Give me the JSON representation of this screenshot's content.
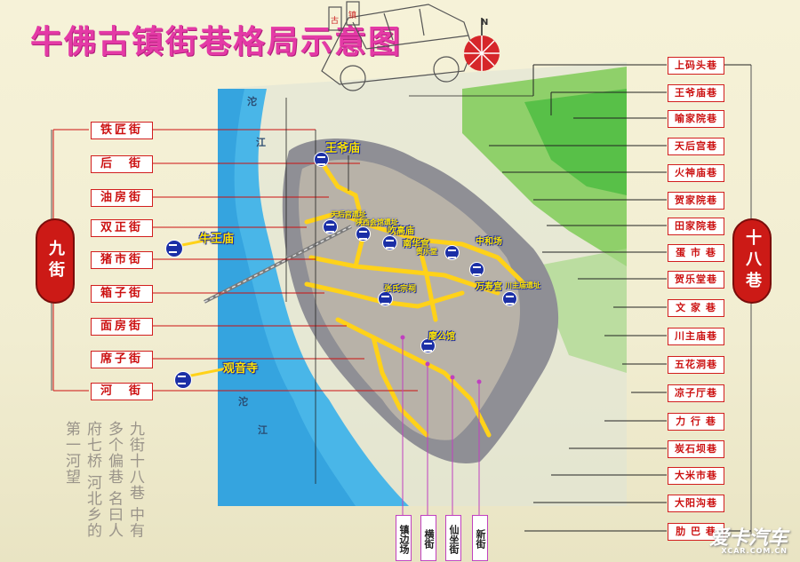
{
  "title": "牛佛古镇街巷格局示意图",
  "left_group": "九街",
  "right_group": "十八巷",
  "streets_left": [
    "铁匠街",
    "后　街",
    "油房街",
    "双正街",
    "猪市街",
    "箱子街",
    "面房街",
    "席子街",
    "河　街"
  ],
  "lanes_right": [
    "上码头巷",
    "王爷庙巷",
    "喻家院巷",
    "天后宫巷",
    "火神庙巷",
    "贺家院巷",
    "田家院巷",
    "蛋 市 巷",
    "贺乐堂巷",
    "文 家 巷",
    "川主庙巷",
    "五花洞巷",
    "凉子厅巷",
    "力 行 巷",
    "炭石坝巷",
    "大米市巷",
    "大阳沟巷",
    "肋 巴 巷"
  ],
  "bottom_streets": [
    "镇边场",
    "横街",
    "仙坐街",
    "新街"
  ],
  "landmarks": {
    "wangye": "王爷庙",
    "niuwang": "牛王庙",
    "guanyin": "观音寺",
    "tianhou": "天后宫遗址",
    "chuigao": "吹高庙",
    "nanhua": "南华宫",
    "hele": "贺乐堂",
    "zhonghe": "中和场",
    "zhangshi": "张氏宗祠",
    "wanshou": "万寿宫",
    "chuanzhu": "川主庙遗址",
    "lianggong": "廖公馆",
    "xiaolabel": "陕西会馆遗址"
  },
  "river_labels": [
    "沱",
    "江",
    "沱",
    "江"
  ],
  "north_label": "N",
  "poem": "九街十八巷 中有多个偏巷 名曰人府七桥 河北乡的第一河望",
  "watermark": "爱卡汽车",
  "watermark_url": "XCAR.COM.CN"
}
